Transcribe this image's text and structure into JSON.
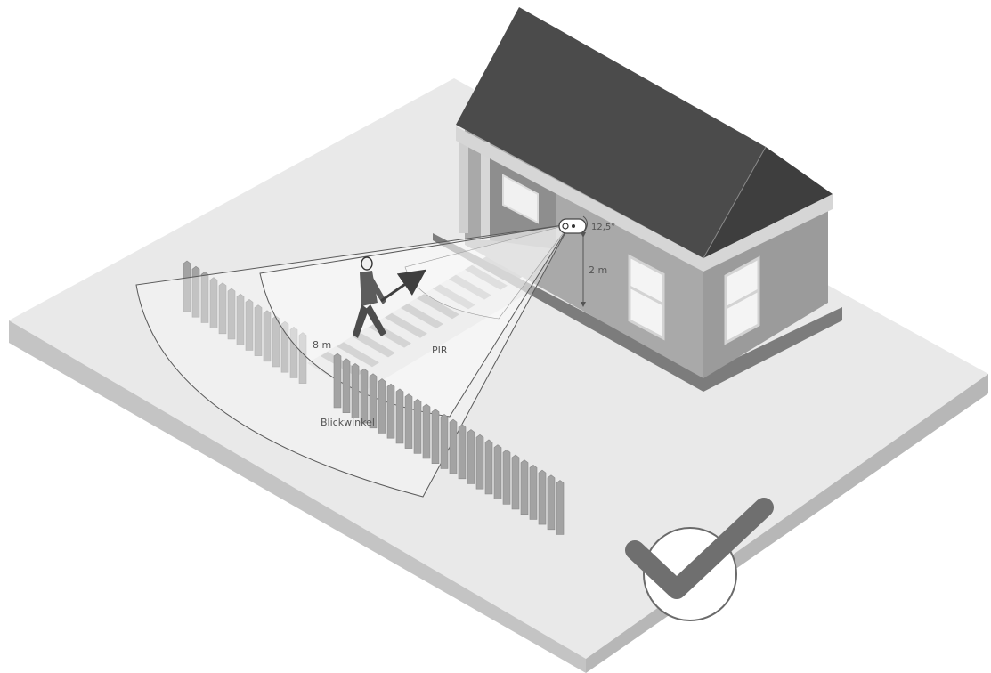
{
  "labels": {
    "range": "8 m",
    "pir": "PIR",
    "view_angle": "Blickwinkel",
    "height": "2 m",
    "tilt": "12,5°"
  },
  "colors": {
    "background": "#ffffff",
    "ground_top": "#e9e9e9",
    "ground_side": "#bdbdbd",
    "house_wall_front": "#a9a9a9",
    "house_wall_side": "#9a9a9a",
    "roof": "#4b4b4b",
    "trim": "#d6d6d6",
    "fence": "#9f9f9f",
    "check": "#6f6f6f"
  },
  "icons": {
    "camera": "camera-icon",
    "person": "person-icon",
    "checkmark": "checkmark-icon"
  }
}
